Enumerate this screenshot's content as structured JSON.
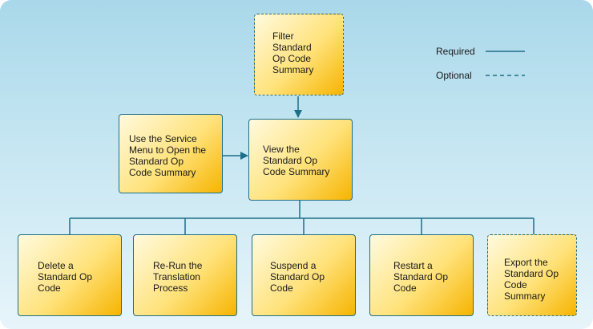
{
  "legend": {
    "required": "Required",
    "optional": "Optional"
  },
  "boxes": {
    "filter": "Filter\nStandard\nOp  Code\nSummary",
    "service_menu": "Use the Service\nMenu to Open the\nStandard Op\nCode Summary",
    "view": "View the\nStandard Op\nCode Summary",
    "delete": "Delete a\nStandard Op\nCode",
    "rerun": "Re-Run the\nTranslation\nProcess",
    "suspend": "Suspend a\nStandard Op\nCode",
    "restart": "Restart a\nStandard Op\nCode",
    "export": "Export the\nStandard Op\nCode\nSummary"
  },
  "colors": {
    "connector": "#1d6f88",
    "box_fill_start": "#fffadf",
    "box_fill_end": "#f6b400",
    "background_top": "#a9d8ea",
    "background_bottom": "#e7f5fa"
  }
}
